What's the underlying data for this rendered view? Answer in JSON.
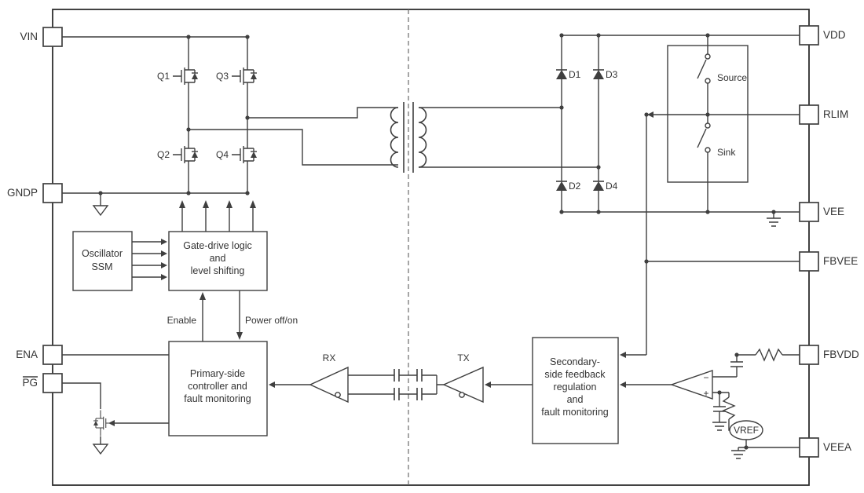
{
  "pins": {
    "left": [
      {
        "name": "VIN"
      },
      {
        "name": "GNDP"
      },
      {
        "name": "ENA"
      },
      {
        "name": "PG"
      }
    ],
    "right": [
      {
        "name": "VDD"
      },
      {
        "name": "RLIM"
      },
      {
        "name": "VEE"
      },
      {
        "name": "FBVEE"
      },
      {
        "name": "FBVDD"
      },
      {
        "name": "VEEA"
      }
    ]
  },
  "transistors": [
    "Q1",
    "Q2",
    "Q3",
    "Q4"
  ],
  "diodes": [
    "D1",
    "D2",
    "D3",
    "D4"
  ],
  "blocks": {
    "oscillator": {
      "lines": [
        "Oscillator",
        "SSM"
      ]
    },
    "gate_drive": {
      "lines": [
        "Gate-drive logic",
        "and",
        "level shifting"
      ]
    },
    "primary": {
      "lines": [
        "Primary-side",
        "controller and",
        "fault monitoring"
      ]
    },
    "secondary": {
      "lines": [
        "Secondary-",
        "side feedback",
        "regulation",
        "and",
        "fault monitoring"
      ]
    }
  },
  "labels": {
    "source": "Source",
    "sink": "Sink",
    "enable": "Enable",
    "power_off_on": "Power off/on",
    "rx": "RX",
    "tx": "TX",
    "vref": "VREF",
    "comparator_minus": "−",
    "comparator_plus": "+"
  },
  "colors": {
    "line": "#3f3f3f",
    "text": "#333333",
    "background": "#ffffff"
  }
}
